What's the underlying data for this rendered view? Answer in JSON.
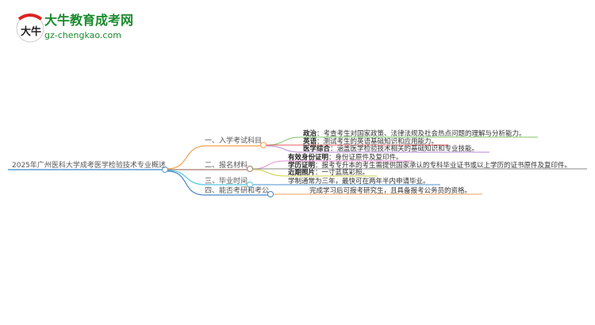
{
  "logo": {
    "title": "大牛教育成考网",
    "url": "gz-chengkao.com",
    "badge": "大牛"
  },
  "root": {
    "label": "2025年广州医科大学成考医学检验技术专业概述",
    "color": "#5b9bd5"
  },
  "branches": [
    {
      "label": "一、入学考试科目",
      "color": "#f7a04a",
      "leaves": [
        {
          "key": "政治",
          "text": "：考查考生对国家政策、法律法规及社会热点问题的理解与分析能力。",
          "color": "#7cc86a"
        },
        {
          "key": "英语",
          "text": "：测试考生的英语基础知识和应用能力。",
          "color": "#e85a5a"
        },
        {
          "key": "医学综合",
          "text": "：涵盖医学检验技术相关的基础知识和专业技能。",
          "color": "#b58ad6"
        }
      ]
    },
    {
      "label": "二、报名材料",
      "color": "#a57a6a",
      "leaves": [
        {
          "key": "有效身份证明",
          "text": "：身份证原件及复印件。",
          "color": "#e88ad0"
        },
        {
          "key": "学历证明",
          "text": "：报考专升本的考生需提供国家承认的专科毕业证书或以上学历的证书原件及复印件。",
          "color": "#8a8a8a"
        },
        {
          "key": "近期照片",
          "text": "：一寸蓝底彩照。",
          "color": "#c8d048"
        }
      ]
    },
    {
      "label": "三、毕业时间",
      "color": "#4fc8e0",
      "leaves": [
        {
          "key": "",
          "text": "学制通常为三年，最快可在两年半内申请毕业。",
          "color": "#4a90d0"
        }
      ]
    },
    {
      "label": "四、能否考研和考公",
      "color": "#4a88c8",
      "leaves": [
        {
          "key": "",
          "text": "完成学习后可报考研究生，且具备报考公务员的资格。",
          "color": "#f8c090"
        }
      ]
    }
  ]
}
